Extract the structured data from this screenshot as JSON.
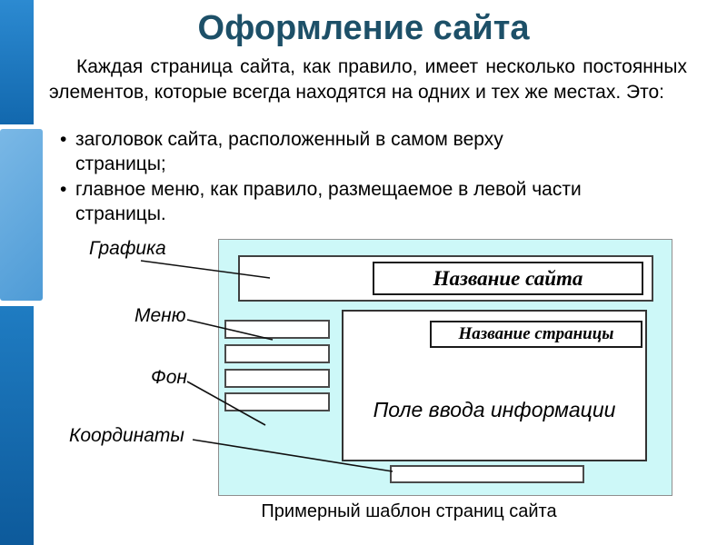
{
  "slide": {
    "title": "Оформление сайта",
    "paragraph": "Каждая страница сайта, как правило, имеет несколько постоянных элементов, которые всегда находятся на одних и тех же местах. Это:",
    "bullets": [
      "заголовок сайта, расположенный в самом верху\nстраницы;",
      "главное меню, как правило, размещаемое в левой части\nстраницы."
    ],
    "caption": "Примерный шаблон страниц сайта"
  },
  "diagram": {
    "site_title": "Название сайта",
    "page_title": "Название страницы",
    "input_field_label": "Поле ввода информации",
    "menu_placeholder_count": 4,
    "labels": {
      "graphics": "Графика",
      "menu": "Меню",
      "background": "Фон",
      "coordinates": "Координаты"
    }
  },
  "colors": {
    "title_text": "#1d5068",
    "diagram_background": "#cdf8f8",
    "accent_bar": "#1b79c4",
    "accent_square": "#5aa5dd",
    "box_border": "#333333"
  }
}
